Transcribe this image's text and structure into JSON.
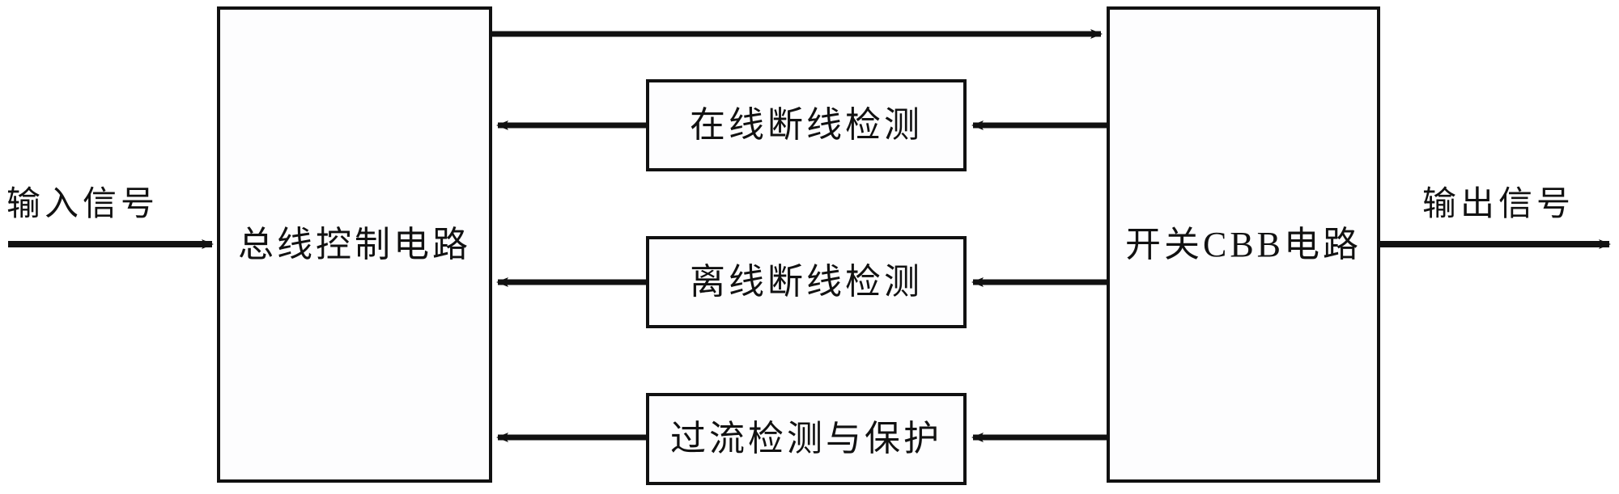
{
  "diagram": {
    "type": "block-diagram",
    "background_color": "#ffffff",
    "line_color": "#111111",
    "box_fill_color": "#fdfdfe",
    "blocks": {
      "bus_control": {
        "label": "总线控制电路"
      },
      "switch_cbb": {
        "label": "开关CBB电路"
      },
      "online_break_detect": {
        "label": "在线断线检测"
      },
      "offline_break_detect": {
        "label": "离线断线检测"
      },
      "overcurrent_protect": {
        "label": "过流检测与保护"
      }
    },
    "signals": {
      "input": {
        "label": "输入信号"
      },
      "output": {
        "label": "输出信号"
      }
    },
    "connections": [
      {
        "from": "input",
        "to": "bus_control",
        "direction": "right"
      },
      {
        "from": "bus_control",
        "to": "switch_cbb",
        "direction": "right"
      },
      {
        "from": "switch_cbb",
        "to": "online_break_detect",
        "direction": "left"
      },
      {
        "from": "online_break_detect",
        "to": "bus_control",
        "direction": "left"
      },
      {
        "from": "switch_cbb",
        "to": "offline_break_detect",
        "direction": "left"
      },
      {
        "from": "offline_break_detect",
        "to": "bus_control",
        "direction": "left"
      },
      {
        "from": "switch_cbb",
        "to": "overcurrent_protect",
        "direction": "left"
      },
      {
        "from": "overcurrent_protect",
        "to": "bus_control",
        "direction": "left"
      },
      {
        "from": "switch_cbb",
        "to": "output",
        "direction": "right"
      }
    ]
  }
}
